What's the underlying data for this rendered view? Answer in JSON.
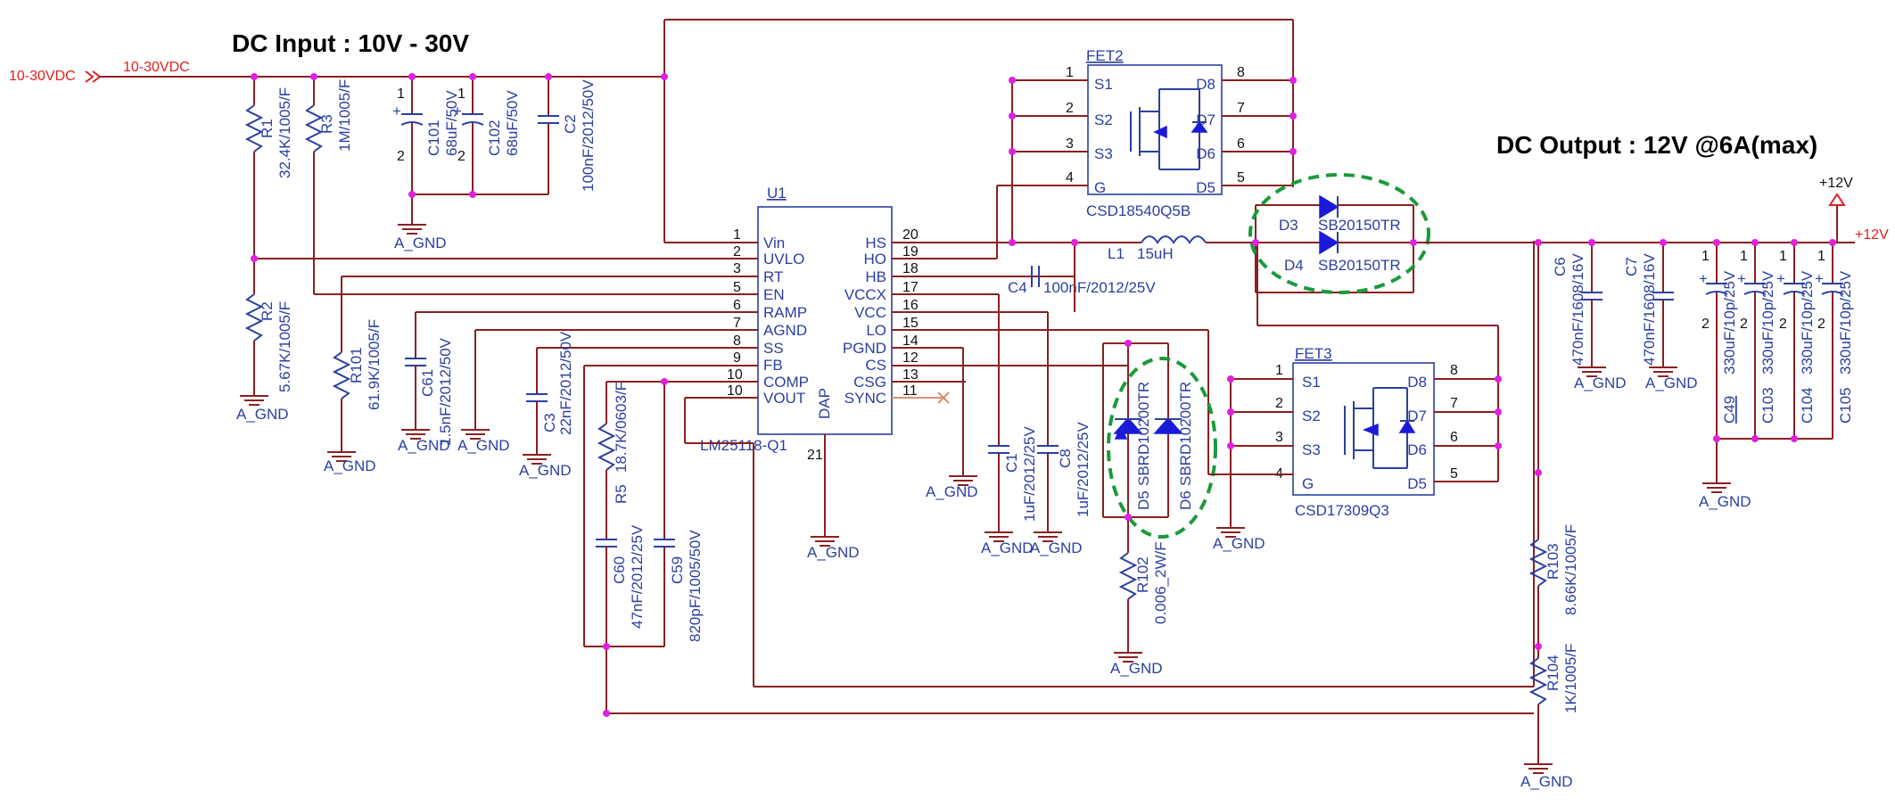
{
  "titles": {
    "input": "DC Input : 10V - 30V",
    "output": "DC Output : 12V @6A(max)"
  },
  "nets": {
    "vin_port": "10-30VDC",
    "vin_net": "10-30VDC",
    "out_net": "+12V",
    "out_power": "+12V",
    "gnd": "A_GND"
  },
  "ic": {
    "ref": "U1",
    "part": "LM25118-Q1",
    "dap": "DAP",
    "pin21": "21",
    "left_pins": [
      {
        "num": "1",
        "name": "Vin"
      },
      {
        "num": "2",
        "name": "UVLO"
      },
      {
        "num": "3",
        "name": "RT"
      },
      {
        "num": "5",
        "name": "EN"
      },
      {
        "num": "6",
        "name": "RAMP"
      },
      {
        "num": "7",
        "name": "AGND"
      },
      {
        "num": "8",
        "name": "SS"
      },
      {
        "num": "9",
        "name": "FB"
      },
      {
        "num": "10",
        "name": "COMP"
      },
      {
        "num": "10",
        "name": "VOUT"
      }
    ],
    "right_pins": [
      {
        "num": "20",
        "name": "HS"
      },
      {
        "num": "19",
        "name": "HO"
      },
      {
        "num": "18",
        "name": "HB"
      },
      {
        "num": "17",
        "name": "VCCX"
      },
      {
        "num": "16",
        "name": "VCC"
      },
      {
        "num": "15",
        "name": "LO"
      },
      {
        "num": "14",
        "name": "PGND"
      },
      {
        "num": "12",
        "name": "CS"
      },
      {
        "num": "13",
        "name": "CSG"
      },
      {
        "num": "11",
        "name": "SYNC"
      }
    ]
  },
  "fet2": {
    "ref": "FET2",
    "part": "CSD18540Q5B",
    "left": [
      {
        "num": "1",
        "name": "S1"
      },
      {
        "num": "2",
        "name": "S2"
      },
      {
        "num": "3",
        "name": "S3"
      },
      {
        "num": "4",
        "name": "G"
      }
    ],
    "right": [
      {
        "num": "8",
        "name": "D8"
      },
      {
        "num": "7",
        "name": "D7"
      },
      {
        "num": "6",
        "name": "D6"
      },
      {
        "num": "5",
        "name": "D5"
      }
    ]
  },
  "fet3": {
    "ref": "FET3",
    "part": "CSD17309Q3",
    "left": [
      {
        "num": "1",
        "name": "S1"
      },
      {
        "num": "2",
        "name": "S2"
      },
      {
        "num": "3",
        "name": "S3"
      },
      {
        "num": "4",
        "name": "G"
      }
    ],
    "right": [
      {
        "num": "8",
        "name": "D8"
      },
      {
        "num": "7",
        "name": "D7"
      },
      {
        "num": "6",
        "name": "D6"
      },
      {
        "num": "5",
        "name": "D5"
      }
    ]
  },
  "parts": {
    "r1": {
      "ref": "R1",
      "val": "32.4K/1005/F"
    },
    "r3": {
      "ref": "R3",
      "val": "1M/1005/F"
    },
    "c101": {
      "ref": "C101",
      "val": "68uF/50V"
    },
    "c102": {
      "ref": "C102",
      "val": "68uF/50V"
    },
    "c2": {
      "ref": "C2",
      "val": "100nF/2012/50V"
    },
    "r2": {
      "ref": "R2",
      "val": "5.67K/1005/F"
    },
    "r101": {
      "ref": "R101",
      "val": "61.9K/1005/F"
    },
    "c61": {
      "ref": "C61",
      "val": "1.5nF/2012/50V"
    },
    "c3": {
      "ref": "C3",
      "val": "22nF/2012/50V"
    },
    "r5": {
      "ref": "R5",
      "val": "18.7K/0603/F"
    },
    "c60": {
      "ref": "C60",
      "val": "47nF/2012/25V"
    },
    "c59": {
      "ref": "C59",
      "val": "820pF/1005/50V"
    },
    "l1": {
      "ref": "L1",
      "val": "15uH"
    },
    "c4": {
      "ref": "C4",
      "val": "100nF/2012/25V"
    },
    "c1": {
      "ref": "C1",
      "val": "1uF/2012/25V"
    },
    "c8": {
      "ref": "C8",
      "val": "1uF/2012/25V"
    },
    "d3": {
      "ref": "D3",
      "val": "SB20150TR"
    },
    "d4": {
      "ref": "D4",
      "val": "SB20150TR"
    },
    "d5": {
      "ref": "D5",
      "val": "SBRD10200TR"
    },
    "d6": {
      "ref": "D6",
      "val": "SBRD10200TR"
    },
    "r102": {
      "ref": "R102",
      "val": "0.006_2W/F"
    },
    "c6": {
      "ref": "C6",
      "val": "470nF/1608/16V"
    },
    "c7": {
      "ref": "C7",
      "val": "470nF/1608/16V"
    },
    "c49": {
      "ref": "C49",
      "val": "330uF/10p/25V"
    },
    "c103": {
      "ref": "C103",
      "val": "330uF/10p/25V"
    },
    "c104": {
      "ref": "C104",
      "val": "330uF/10p/25V"
    },
    "c105": {
      "ref": "C105",
      "val": "330uF/10p/25V"
    },
    "r103": {
      "ref": "R103",
      "val": "8.66K/1005/F"
    },
    "r104": {
      "ref": "R104",
      "val": "1K/1005/F"
    }
  },
  "pins": {
    "p1": "1",
    "p2": "2",
    "plus": "+"
  },
  "colors": {
    "wire": "#8a2020",
    "symbol": "#2b3fa0",
    "junction": "#e020e0",
    "net_label": "#e02020",
    "highlight": "#1a9a3a"
  }
}
